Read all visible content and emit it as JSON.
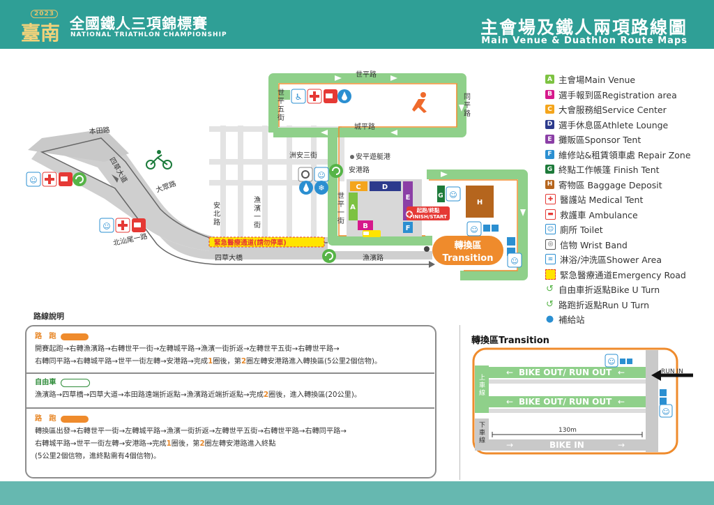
{
  "header": {
    "logo_year": "2023",
    "logo_city": "臺南",
    "event_zh": "全國鐵人三項錦標賽",
    "event_en": "NATIONAL TRIATHLON CHAMPIONSHIP",
    "title_zh": "主會場及鐵人兩項路線圖",
    "title_en": "Main Venue & Duathlon Route Maps"
  },
  "colors": {
    "header_teal": "#2f9f96",
    "footer_teal": "#66b8b0",
    "road_gray": "#c9c9c9",
    "bike_green": "#8fd08a",
    "run_orange": "#ef8b2c",
    "emergency_yellow": "#ffe400",
    "zone_a": "#7dc242",
    "zone_b": "#d6198b",
    "zone_c": "#f4a51c",
    "zone_d": "#2c3a8c",
    "zone_e": "#8b3fa6",
    "zone_f": "#2b8fd1",
    "zone_g": "#1d7a3a",
    "zone_h": "#b5651d"
  },
  "map": {
    "roads": {
      "shiping_road_top": "世平路",
      "tongping_road": "同平路",
      "shiping_5th": "世平五街",
      "chengping_road": "城平路",
      "benta_road": "本田路",
      "sicao_avenue": "四草大道",
      "dazhong_road": "大眾路",
      "beishanwei_1st": "北汕尾一路",
      "zhouan_3rd": "洲安三街",
      "anbei_road": "安北路",
      "yubin_1st": "漁濱一街",
      "shiping_1st": "世平一街",
      "angang_road": "安港路",
      "sicao_bridge": "四草大橋",
      "yubin_road": "漁濱路",
      "anping_yacht": "安平遊艇港"
    },
    "emergency_road": "緊急醫療通道(請勿停車)",
    "zones": [
      "A",
      "B",
      "C",
      "D",
      "E",
      "F",
      "G",
      "H"
    ],
    "finish_sign_zh": "起跑/終點",
    "finish_sign_en": "FINISH/START",
    "transition_zh": "轉換區",
    "transition_en": "Transition"
  },
  "legend": [
    {
      "key": "A",
      "label": "主會場Main Venue",
      "color": "#7dc242"
    },
    {
      "key": "B",
      "label": "選手報到區Registration area",
      "color": "#d6198b"
    },
    {
      "key": "C",
      "label": "大會服務組Service Center",
      "color": "#f4a51c"
    },
    {
      "key": "D",
      "label": "選手休息區Athlete Lounge",
      "color": "#2c3a8c"
    },
    {
      "key": "E",
      "label": "攤販區Sponsor Tent",
      "color": "#8b3fa6"
    },
    {
      "key": "F",
      "label": "維修站&租賃領車處 Repair Zone",
      "color": "#2b8fd1"
    },
    {
      "key": "G",
      "label": "終點工作帳篷 Finish Tent",
      "color": "#1d7a3a"
    },
    {
      "key": "H",
      "label": "寄物區 Baggage Deposit",
      "color": "#b5651d"
    },
    {
      "icon": "medical-cross-icon",
      "label": "醫護站 Medical Tent"
    },
    {
      "icon": "ambulance-icon",
      "label": "救護車 Ambulance"
    },
    {
      "icon": "toilet-icon",
      "label": "廁所 Toilet"
    },
    {
      "icon": "wrist-band-icon",
      "label": "信物 Wrist Band"
    },
    {
      "icon": "shower-icon",
      "label": "淋浴/沖洗區Shower Area"
    },
    {
      "icon": "emergency-road-icon",
      "label": "緊急醫療通道Emergency Road"
    },
    {
      "icon": "bike-u-turn-icon",
      "label": "自由車折返點Bike U Turn"
    },
    {
      "icon": "run-u-turn-icon",
      "label": "路跑折返點Run U Turn"
    },
    {
      "icon": "water-drop-icon",
      "label": "補給站"
    }
  ],
  "route": {
    "heading": "路線說明",
    "run1_label": "路　跑",
    "run1_line1": "開賽起跑→右轉漁濱路→右轉世平一街→左轉城平路→漁濱一街折返→左轉世平五街→右轉世平路→",
    "run1_line2a": "右轉同平路→右轉城平路→世平一街左轉→安港路→完成",
    "run1_line2b": "1",
    "run1_line2c": "圈後，第",
    "run1_line2d": "2",
    "run1_line2e": "圈左轉安港路進入轉換區(5公里2個信物)。",
    "bike_label": "自由車",
    "bike_line1a": "漁濱路→四草橋→四草大道→本田路遠端折返點→漁濱路近端折返點→完成",
    "bike_line1b": "2",
    "bike_line1c": "圈後，進入轉換區(20公里)。",
    "run2_label": "路　跑",
    "run2_line1": "轉換區出發→右轉世平一街→左轉城平路→漁濱一街折返→左轉世平五街→右轉世平路→右轉同平路→",
    "run2_line2a": "右轉城平路→世平一街左轉→安港路→完成",
    "run2_line2b": "1",
    "run2_line2c": "圈後，第",
    "run2_line2d": "2",
    "run2_line2e": "圈左轉安港路進入終點",
    "run2_line3": "(5公里2個信物，進終點需有4個信物)。"
  },
  "transition": {
    "title": "轉換區Transition",
    "lane1": "BIKE OUT/ RUN OUT",
    "lane2": "BIKE OUT/ RUN OUT",
    "lane3": "BIKE IN",
    "run_in": "RUN IN",
    "mount": "上車線",
    "dismount": "下車線",
    "length": "130m"
  }
}
